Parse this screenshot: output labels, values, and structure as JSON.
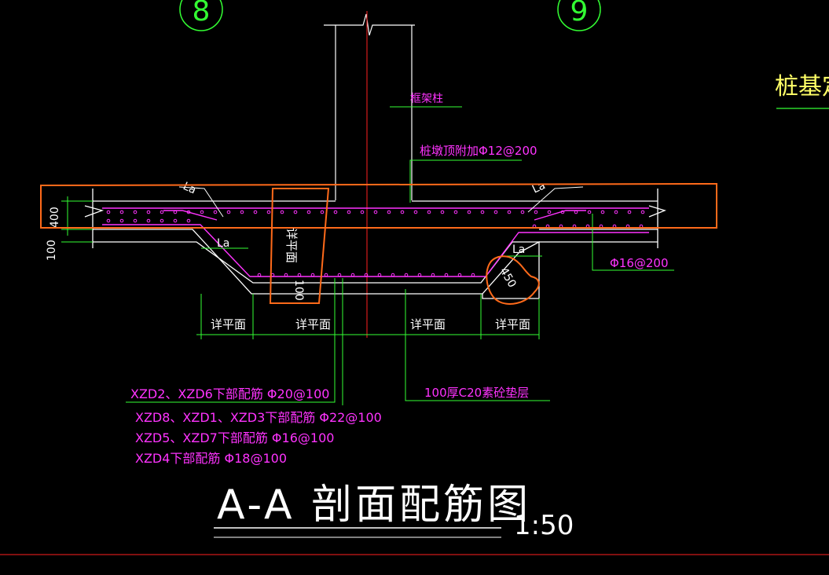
{
  "drawing": {
    "axis_labels": {
      "left": "8",
      "right": "9"
    },
    "side_title": "桩基定",
    "column_label": "框架柱",
    "top_rebar_note": "桩墩顶附加Φ12@200",
    "stirrup_note": "Φ16@200",
    "anchor_labels": [
      "La",
      "La",
      "La",
      "La"
    ],
    "dim_thickness": "400",
    "dim_bottom": "100",
    "detail_plan_label": "详平面",
    "dim_section_inner": "100",
    "dim_local_corner": "450",
    "plan_refs": [
      "详平面",
      "详平面",
      "详平面",
      "详平面"
    ],
    "cushion_note": "100厚C20素砼垫层",
    "bottom_rebar_notes": [
      "XZD2、XZD6下部配筋 Φ20@100",
      "XZD8、XZD1、XZD3下部配筋 Φ22@100",
      "XZD5、XZD7下部配筋 Φ16@100",
      "XZD4下部配筋 Φ18@100"
    ],
    "title": "A-A 剖面配筋图",
    "scale": "1:50"
  },
  "colors": {
    "background": "#000000",
    "line_white": "#ffffff",
    "rebar_magenta": "#ff33ff",
    "leader_green": "#33ff33",
    "axis_green": "#33ff33",
    "markup_orange": "#ff6a1a",
    "section_red": "#ff2020",
    "title_yellow": "#ffff66"
  }
}
